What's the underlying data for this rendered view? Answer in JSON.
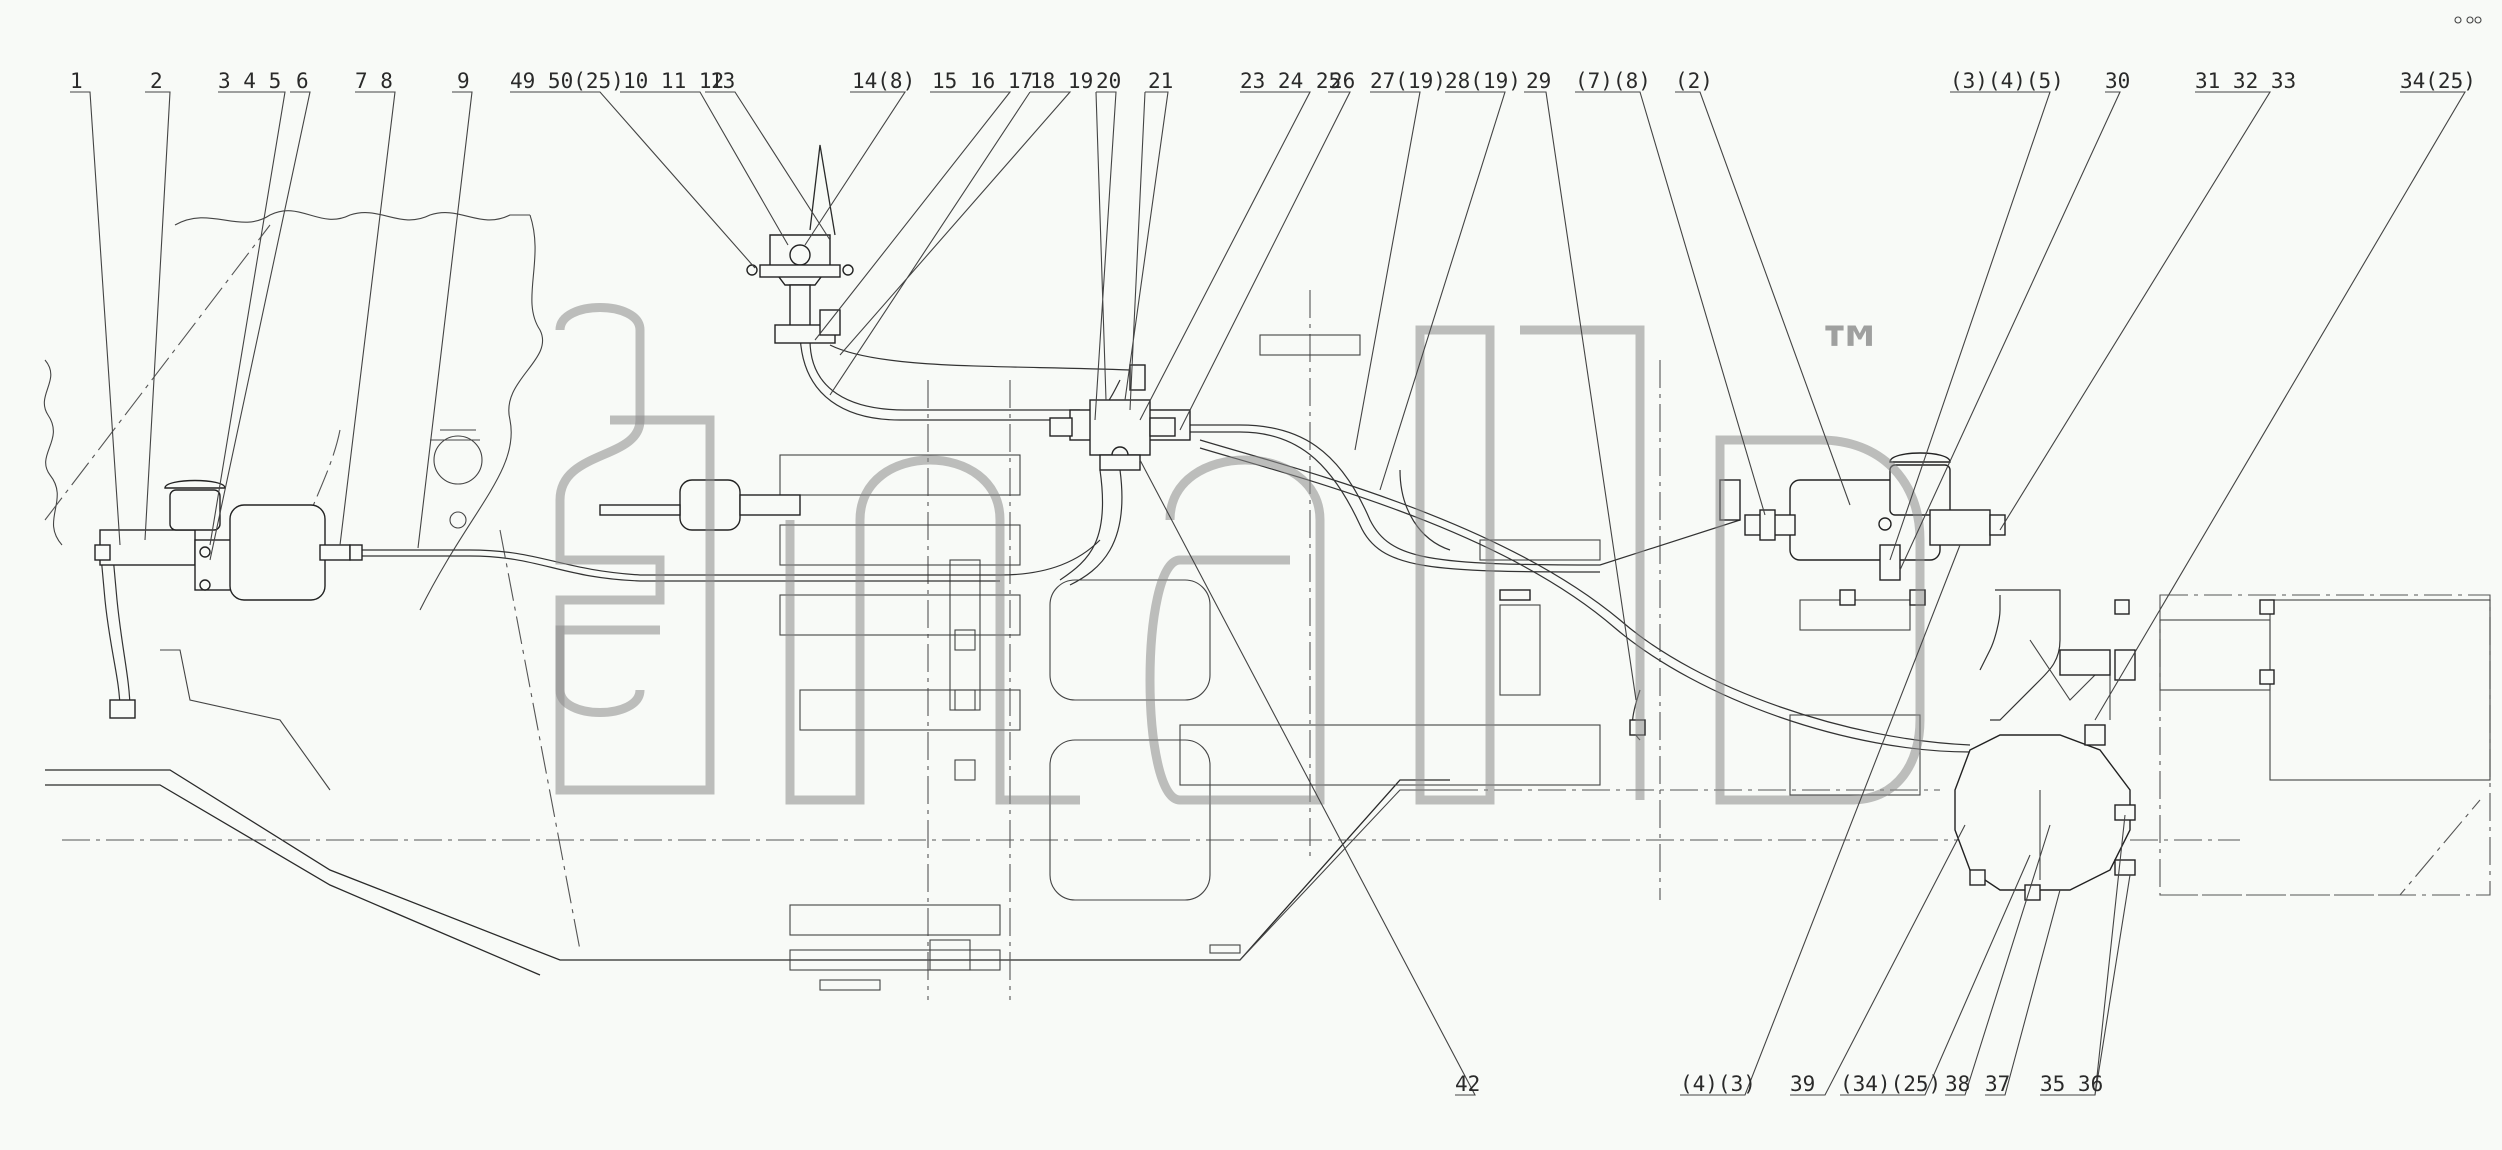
{
  "labels": {
    "l1": "1",
    "l2": "2",
    "l3": "3 4 5",
    "l4": "6",
    "l5": "7 8",
    "l6": "9",
    "l7": "49 50(25)",
    "l8": "10 11 12",
    "l9": "13",
    "l10": "14(8)",
    "l11": "15 16 17",
    "l12": "18 19",
    "l13": "20",
    "l14": "21",
    "l15": "23 24 25",
    "l16": "26",
    "l17": "27(19)",
    "l18": "28(19)",
    "l19": "29",
    "l20": "(7)(8)",
    "l21": "(2)",
    "l22": "(3)(4)(5)",
    "l23": "30",
    "l24": "31 32 33",
    "l25": "34(25)",
    "b1": "42",
    "b2": "(4)(3)",
    "b3": "39",
    "b4": "(34)(25)",
    "b5": "38",
    "b6": "37",
    "b7": "35 36"
  },
  "watermark": {
    "trademark": "™",
    "logo_name": "sandp-logo"
  },
  "colors": {
    "background": "#f8faf7",
    "line": "#2a2a2a",
    "watermark": "#8a8a8a"
  }
}
